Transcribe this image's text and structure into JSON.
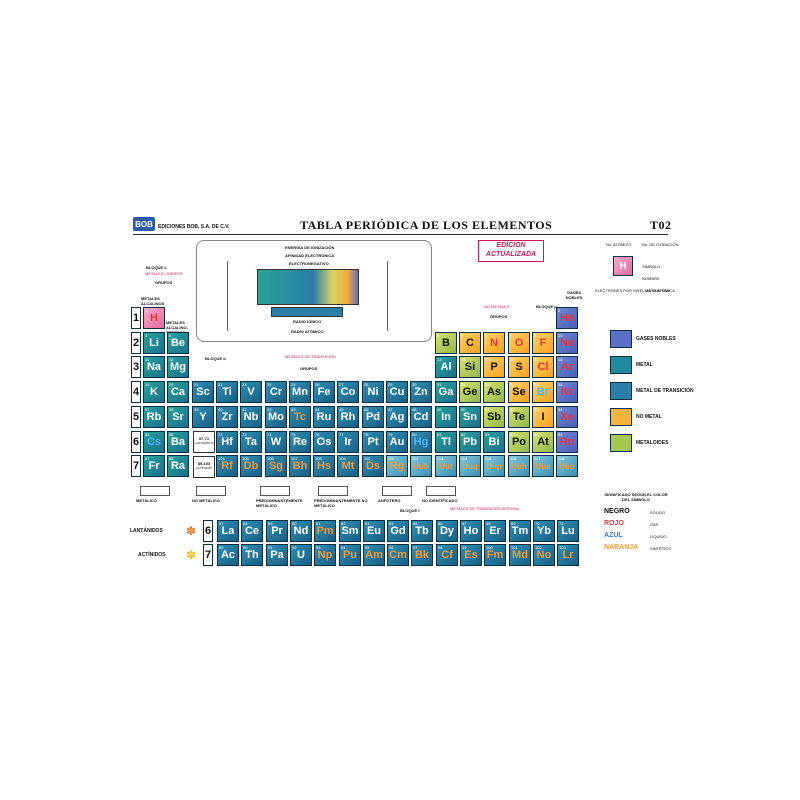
{
  "header": {
    "logo": "BOB",
    "publisher": "EDICIONES BOB, S.A. DE C.V.",
    "title": "TABLA PERIÓDICA DE LOS ELEMENTOS",
    "code": "T02",
    "badge": "EDICION ACTUALIZADA"
  },
  "labels": {
    "bloque_s": "BLOQUE s",
    "metales_ligeros": "METALES LIGEROS",
    "grupos": "GRUPOS",
    "metales_alcalinos": "METALES ALCALINOS",
    "metales_alcalino_terreos": "METALES ALCALINO-TÉRREOS",
    "no_metales": "NO METALES",
    "bloque_p": "BLOQUE p",
    "gases_nobles": "GASES NOBLES",
    "metales_transicion": "METALES DE TRANSICIÓN",
    "bloque_d": "BLOQUE d",
    "bloque_f": "BLOQUE f",
    "metales_transicion_interna": "METALES DE TRANSICIÓN INTERNA",
    "lantanidos": "LANTÁNIDOS",
    "actinidos": "ACTÍNIDOS",
    "range_57_71": "57-71",
    "range_89_103": "89-103",
    "lantanidos_small": "LANTÁNIDOS",
    "actinidos_small": "ACTÍNIDOS",
    "key_no_atomico": "No. ATÓMICO",
    "key_oxidacion": "No. DE OXIDACIÓN",
    "key_simbolo": "SÍMBOLO",
    "key_nombre": "NOMBRE",
    "key_electrones": "ELECTRONES POR NIVEL DE ENERGÍA",
    "key_masa": "MASA ATÓMICA",
    "inset_energia": "ENERGÍA DE IONIZACIÓN",
    "inset_afinidad": "AFINIDAD ELECTRÓNICA",
    "inset_electronegativo": "ELECTRONEGATIVO",
    "inset_radio": "RADIO IÓNICO",
    "inset_radio_atomico": "RADIO ATÓMICO"
  },
  "legend": [
    {
      "label": "GASES NOBLES",
      "color": "#5a6fc8"
    },
    {
      "label": "METAL",
      "color": "#1f8aa0"
    },
    {
      "label": "METAL DE TRANSICIÓN",
      "color": "#2a7ea8"
    },
    {
      "label": "NO METAL",
      "color": "#f7b43a"
    },
    {
      "label": "METALOIDES",
      "color": "#a6c84f"
    }
  ],
  "bottom_legend": [
    {
      "label": "METÁLICO"
    },
    {
      "label": "NO METÁLICO"
    },
    {
      "label": "PREDOMINANTEMENTE METÁLICO"
    },
    {
      "label": "PREDOMINANTEMENTE NO METÁLICO"
    },
    {
      "label": "ANFÓTERO"
    },
    {
      "label": "NO IDENTIFICADO"
    }
  ],
  "state_legend": {
    "title": "SIGNIFICADO SEGÚN EL COLOR DEL SÍMBOLO",
    "rows": [
      {
        "name": "NEGRO",
        "state": "SÓLIDO",
        "color": "#111111"
      },
      {
        "name": "ROJO",
        "state": "GAS",
        "color": "#e8343c"
      },
      {
        "name": "AZUL",
        "state": "LÍQUIDO",
        "color": "#2f7ed8"
      },
      {
        "name": "NARANJA",
        "state": "SINTÉTICO",
        "color": "#f39a36"
      }
    ]
  },
  "periods": [
    "1",
    "2",
    "3",
    "4",
    "5",
    "6",
    "7"
  ],
  "lanth_period": "6",
  "act_period": "7",
  "elements": [
    {
      "s": "H",
      "z": "1",
      "p": 1,
      "g": 1,
      "t": "h",
      "st": "gas"
    },
    {
      "s": "He",
      "z": "2",
      "p": 1,
      "g": 18,
      "t": "noble",
      "st": "gas"
    },
    {
      "s": "Li",
      "z": "3",
      "p": 2,
      "g": 1,
      "t": "metal",
      "st": "sol"
    },
    {
      "s": "Be",
      "z": "4",
      "p": 2,
      "g": 2,
      "t": "metal",
      "st": "sol"
    },
    {
      "s": "B",
      "z": "5",
      "p": 2,
      "g": 13,
      "t": "metalloid",
      "st": "sol"
    },
    {
      "s": "C",
      "z": "6",
      "p": 2,
      "g": 14,
      "t": "nonmetal",
      "st": "sol"
    },
    {
      "s": "N",
      "z": "7",
      "p": 2,
      "g": 15,
      "t": "nonmetal",
      "st": "gas"
    },
    {
      "s": "O",
      "z": "8",
      "p": 2,
      "g": 16,
      "t": "nonmetal",
      "st": "gas"
    },
    {
      "s": "F",
      "z": "9",
      "p": 2,
      "g": 17,
      "t": "nonmetal",
      "st": "gas"
    },
    {
      "s": "Ne",
      "z": "10",
      "p": 2,
      "g": 18,
      "t": "noble",
      "st": "gas"
    },
    {
      "s": "Na",
      "z": "11",
      "p": 3,
      "g": 1,
      "t": "metal",
      "st": "sol"
    },
    {
      "s": "Mg",
      "z": "12",
      "p": 3,
      "g": 2,
      "t": "metal",
      "st": "sol"
    },
    {
      "s": "Al",
      "z": "13",
      "p": 3,
      "g": 13,
      "t": "metal",
      "st": "sol"
    },
    {
      "s": "Si",
      "z": "14",
      "p": 3,
      "g": 14,
      "t": "metalloid",
      "st": "sol"
    },
    {
      "s": "P",
      "z": "15",
      "p": 3,
      "g": 15,
      "t": "nonmetal",
      "st": "sol"
    },
    {
      "s": "S",
      "z": "16",
      "p": 3,
      "g": 16,
      "t": "nonmetal",
      "st": "sol"
    },
    {
      "s": "Cl",
      "z": "17",
      "p": 3,
      "g": 17,
      "t": "nonmetal",
      "st": "gas"
    },
    {
      "s": "Ar",
      "z": "18",
      "p": 3,
      "g": 18,
      "t": "noble",
      "st": "gas"
    },
    {
      "s": "K",
      "z": "19",
      "p": 4,
      "g": 1,
      "t": "metal",
      "st": "sol"
    },
    {
      "s": "Ca",
      "z": "20",
      "p": 4,
      "g": 2,
      "t": "metal",
      "st": "sol"
    },
    {
      "s": "Sc",
      "z": "21",
      "p": 4,
      "g": 3,
      "t": "trans",
      "st": "sol"
    },
    {
      "s": "Ti",
      "z": "22",
      "p": 4,
      "g": 4,
      "t": "trans",
      "st": "sol"
    },
    {
      "s": "V",
      "z": "23",
      "p": 4,
      "g": 5,
      "t": "trans",
      "st": "sol"
    },
    {
      "s": "Cr",
      "z": "24",
      "p": 4,
      "g": 6,
      "t": "trans",
      "st": "sol"
    },
    {
      "s": "Mn",
      "z": "25",
      "p": 4,
      "g": 7,
      "t": "trans",
      "st": "sol"
    },
    {
      "s": "Fe",
      "z": "26",
      "p": 4,
      "g": 8,
      "t": "trans",
      "st": "sol"
    },
    {
      "s": "Co",
      "z": "27",
      "p": 4,
      "g": 9,
      "t": "trans",
      "st": "sol"
    },
    {
      "s": "Ni",
      "z": "28",
      "p": 4,
      "g": 10,
      "t": "trans",
      "st": "sol"
    },
    {
      "s": "Cu",
      "z": "29",
      "p": 4,
      "g": 11,
      "t": "trans",
      "st": "sol"
    },
    {
      "s": "Zn",
      "z": "30",
      "p": 4,
      "g": 12,
      "t": "trans",
      "st": "sol"
    },
    {
      "s": "Ga",
      "z": "31",
      "p": 4,
      "g": 13,
      "t": "metal",
      "st": "sol"
    },
    {
      "s": "Ge",
      "z": "32",
      "p": 4,
      "g": 14,
      "t": "metalloid",
      "st": "sol"
    },
    {
      "s": "As",
      "z": "33",
      "p": 4,
      "g": 15,
      "t": "metalloid",
      "st": "sol"
    },
    {
      "s": "Se",
      "z": "34",
      "p": 4,
      "g": 16,
      "t": "nonmetal",
      "st": "sol"
    },
    {
      "s": "Br",
      "z": "35",
      "p": 4,
      "g": 17,
      "t": "nonmetal",
      "st": "liq"
    },
    {
      "s": "Kr",
      "z": "36",
      "p": 4,
      "g": 18,
      "t": "noble",
      "st": "gas"
    },
    {
      "s": "Rb",
      "z": "37",
      "p": 5,
      "g": 1,
      "t": "metal",
      "st": "sol"
    },
    {
      "s": "Sr",
      "z": "38",
      "p": 5,
      "g": 2,
      "t": "metal",
      "st": "sol"
    },
    {
      "s": "Y",
      "z": "39",
      "p": 5,
      "g": 3,
      "t": "trans",
      "st": "sol"
    },
    {
      "s": "Zr",
      "z": "40",
      "p": 5,
      "g": 4,
      "t": "trans",
      "st": "sol"
    },
    {
      "s": "Nb",
      "z": "41",
      "p": 5,
      "g": 5,
      "t": "trans",
      "st": "sol"
    },
    {
      "s": "Mo",
      "z": "42",
      "p": 5,
      "g": 6,
      "t": "trans",
      "st": "sol"
    },
    {
      "s": "Tc",
      "z": "43",
      "p": 5,
      "g": 7,
      "t": "trans",
      "st": "syn"
    },
    {
      "s": "Ru",
      "z": "44",
      "p": 5,
      "g": 8,
      "t": "trans",
      "st": "sol"
    },
    {
      "s": "Rh",
      "z": "45",
      "p": 5,
      "g": 9,
      "t": "trans",
      "st": "sol"
    },
    {
      "s": "Pd",
      "z": "46",
      "p": 5,
      "g": 10,
      "t": "trans",
      "st": "sol"
    },
    {
      "s": "Ag",
      "z": "47",
      "p": 5,
      "g": 11,
      "t": "trans",
      "st": "sol"
    },
    {
      "s": "Cd",
      "z": "48",
      "p": 5,
      "g": 12,
      "t": "trans",
      "st": "sol"
    },
    {
      "s": "In",
      "z": "49",
      "p": 5,
      "g": 13,
      "t": "metal",
      "st": "sol"
    },
    {
      "s": "Sn",
      "z": "50",
      "p": 5,
      "g": 14,
      "t": "metal",
      "st": "sol"
    },
    {
      "s": "Sb",
      "z": "51",
      "p": 5,
      "g": 15,
      "t": "metalloid",
      "st": "sol"
    },
    {
      "s": "Te",
      "z": "52",
      "p": 5,
      "g": 16,
      "t": "metalloid",
      "st": "sol"
    },
    {
      "s": "I",
      "z": "53",
      "p": 5,
      "g": 17,
      "t": "nonmetal",
      "st": "sol"
    },
    {
      "s": "Xe",
      "z": "54",
      "p": 5,
      "g": 18,
      "t": "noble",
      "st": "gas"
    },
    {
      "s": "Cs",
      "z": "55",
      "p": 6,
      "g": 1,
      "t": "metal",
      "st": "liq"
    },
    {
      "s": "Ba",
      "z": "56",
      "p": 6,
      "g": 2,
      "t": "metal",
      "st": "sol"
    },
    {
      "s": "Hf",
      "z": "72",
      "p": 6,
      "g": 4,
      "t": "trans",
      "st": "sol"
    },
    {
      "s": "Ta",
      "z": "73",
      "p": 6,
      "g": 5,
      "t": "trans",
      "st": "sol"
    },
    {
      "s": "W",
      "z": "74",
      "p": 6,
      "g": 6,
      "t": "trans",
      "st": "sol"
    },
    {
      "s": "Re",
      "z": "75",
      "p": 6,
      "g": 7,
      "t": "trans",
      "st": "sol"
    },
    {
      "s": "Os",
      "z": "76",
      "p": 6,
      "g": 8,
      "t": "trans",
      "st": "sol"
    },
    {
      "s": "Ir",
      "z": "77",
      "p": 6,
      "g": 9,
      "t": "trans",
      "st": "sol"
    },
    {
      "s": "Pt",
      "z": "78",
      "p": 6,
      "g": 10,
      "t": "trans",
      "st": "sol"
    },
    {
      "s": "Au",
      "z": "79",
      "p": 6,
      "g": 11,
      "t": "trans",
      "st": "sol"
    },
    {
      "s": "Hg",
      "z": "80",
      "p": 6,
      "g": 12,
      "t": "trans",
      "st": "liq"
    },
    {
      "s": "Tl",
      "z": "81",
      "p": 6,
      "g": 13,
      "t": "metal",
      "st": "sol"
    },
    {
      "s": "Pb",
      "z": "82",
      "p": 6,
      "g": 14,
      "t": "metal",
      "st": "sol"
    },
    {
      "s": "Bi",
      "z": "83",
      "p": 6,
      "g": 15,
      "t": "metal",
      "st": "sol"
    },
    {
      "s": "Po",
      "z": "84",
      "p": 6,
      "g": 16,
      "t": "metalloid",
      "st": "sol"
    },
    {
      "s": "At",
      "z": "85",
      "p": 6,
      "g": 17,
      "t": "metalloid",
      "st": "sol"
    },
    {
      "s": "Rn",
      "z": "86",
      "p": 6,
      "g": 18,
      "t": "noble",
      "st": "gas"
    },
    {
      "s": "Fr",
      "z": "87",
      "p": 7,
      "g": 1,
      "t": "metal",
      "st": "sol"
    },
    {
      "s": "Ra",
      "z": "88",
      "p": 7,
      "g": 2,
      "t": "metal",
      "st": "sol"
    },
    {
      "s": "Rf",
      "z": "104",
      "p": 7,
      "g": 4,
      "t": "trans",
      "st": "syn"
    },
    {
      "s": "Db",
      "z": "105",
      "p": 7,
      "g": 5,
      "t": "trans",
      "st": "syn"
    },
    {
      "s": "Sg",
      "z": "106",
      "p": 7,
      "g": 6,
      "t": "trans",
      "st": "syn"
    },
    {
      "s": "Bh",
      "z": "107",
      "p": 7,
      "g": 7,
      "t": "trans",
      "st": "syn"
    },
    {
      "s": "Hs",
      "z": "108",
      "p": 7,
      "g": 8,
      "t": "trans",
      "st": "syn"
    },
    {
      "s": "Mt",
      "z": "109",
      "p": 7,
      "g": 9,
      "t": "trans",
      "st": "syn"
    },
    {
      "s": "Ds",
      "z": "110",
      "p": 7,
      "g": 10,
      "t": "trans",
      "st": "syn"
    },
    {
      "s": "Rg",
      "z": "111",
      "p": 7,
      "g": 11,
      "t": "unk",
      "st": "syn"
    },
    {
      "s": "Uub",
      "z": "112",
      "p": 7,
      "g": 12,
      "t": "unk",
      "st": "syn"
    },
    {
      "s": "Uut",
      "z": "113",
      "p": 7,
      "g": 13,
      "t": "unk",
      "st": "syn"
    },
    {
      "s": "Uuq",
      "z": "114",
      "p": 7,
      "g": 14,
      "t": "unk",
      "st": "syn"
    },
    {
      "s": "Uup",
      "z": "115",
      "p": 7,
      "g": 15,
      "t": "unk",
      "st": "syn"
    },
    {
      "s": "Uuh",
      "z": "116",
      "p": 7,
      "g": 16,
      "t": "unk",
      "st": "syn"
    },
    {
      "s": "Uus",
      "z": "117",
      "p": 7,
      "g": 17,
      "t": "unk",
      "st": "syn"
    },
    {
      "s": "Uuo",
      "z": "118",
      "p": 7,
      "g": 18,
      "t": "unk",
      "st": "syn"
    }
  ],
  "lanthanides": [
    {
      "s": "La",
      "z": "57",
      "st": "sol"
    },
    {
      "s": "Ce",
      "z": "58",
      "st": "sol"
    },
    {
      "s": "Pr",
      "z": "59",
      "st": "sol"
    },
    {
      "s": "Nd",
      "z": "60",
      "st": "sol"
    },
    {
      "s": "Pm",
      "z": "61",
      "st": "syn"
    },
    {
      "s": "Sm",
      "z": "62",
      "st": "sol"
    },
    {
      "s": "Eu",
      "z": "63",
      "st": "sol"
    },
    {
      "s": "Gd",
      "z": "64",
      "st": "sol"
    },
    {
      "s": "Tb",
      "z": "65",
      "st": "sol"
    },
    {
      "s": "Dy",
      "z": "66",
      "st": "sol"
    },
    {
      "s": "Ho",
      "z": "67",
      "st": "sol"
    },
    {
      "s": "Er",
      "z": "68",
      "st": "sol"
    },
    {
      "s": "Tm",
      "z": "69",
      "st": "sol"
    },
    {
      "s": "Yb",
      "z": "70",
      "st": "sol"
    },
    {
      "s": "Lu",
      "z": "71",
      "st": "sol"
    }
  ],
  "actinides": [
    {
      "s": "Ac",
      "z": "89",
      "st": "sol"
    },
    {
      "s": "Th",
      "z": "90",
      "st": "sol"
    },
    {
      "s": "Pa",
      "z": "91",
      "st": "sol"
    },
    {
      "s": "U",
      "z": "92",
      "st": "sol"
    },
    {
      "s": "Np",
      "z": "93",
      "st": "syn"
    },
    {
      "s": "Pu",
      "z": "94",
      "st": "syn"
    },
    {
      "s": "Am",
      "z": "95",
      "st": "syn"
    },
    {
      "s": "Cm",
      "z": "96",
      "st": "syn"
    },
    {
      "s": "Bk",
      "z": "97",
      "st": "syn"
    },
    {
      "s": "Cf",
      "z": "98",
      "st": "syn"
    },
    {
      "s": "Es",
      "z": "99",
      "st": "syn"
    },
    {
      "s": "Fm",
      "z": "100",
      "st": "syn"
    },
    {
      "s": "Md",
      "z": "101",
      "st": "syn"
    },
    {
      "s": "No",
      "z": "102",
      "st": "syn"
    },
    {
      "s": "Lr",
      "z": "103",
      "st": "syn"
    }
  ]
}
